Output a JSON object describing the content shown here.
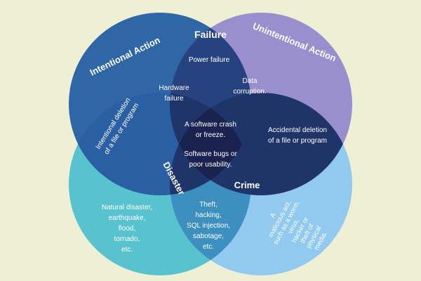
{
  "colors": {
    "background": "#eef0d6",
    "intentional": "#2f66a6",
    "unintentional": "#9a8fce",
    "disaster": "#58c3cf",
    "crime": "#92c9ee",
    "center": "#1a2350"
  },
  "titles": {
    "failure": "Failure",
    "intentional": "Intentional Action",
    "unintentional": "Unintentional Action",
    "disaster": "Disaster",
    "crime": "Crime"
  },
  "regions": {
    "power_failure": "Power failure",
    "hardware_failure": [
      "Hardware",
      "failure"
    ],
    "data_corruption": [
      "Data",
      "corruption."
    ],
    "software_crash": [
      "A software crash",
      "or freeze."
    ],
    "software_bugs": [
      "Software bugs or",
      "poor usability."
    ],
    "intentional_deletion": [
      "Intentional deletion",
      "of a file or program"
    ],
    "accidental_deletion": [
      "Accidental deletion",
      "of a file or program"
    ],
    "natural_disaster": [
      "Natural disaster,",
      "earthquake,",
      "flood,",
      "tornado,",
      "etc."
    ],
    "theft": [
      "Theft,",
      "hacking,",
      "SQL injection,",
      "sabotage,",
      "etc."
    ],
    "malicious_act": [
      "A",
      "malicious act,",
      "such as a worm,",
      "virus,",
      "hacker or",
      "theft of",
      "physical",
      "media."
    ]
  }
}
